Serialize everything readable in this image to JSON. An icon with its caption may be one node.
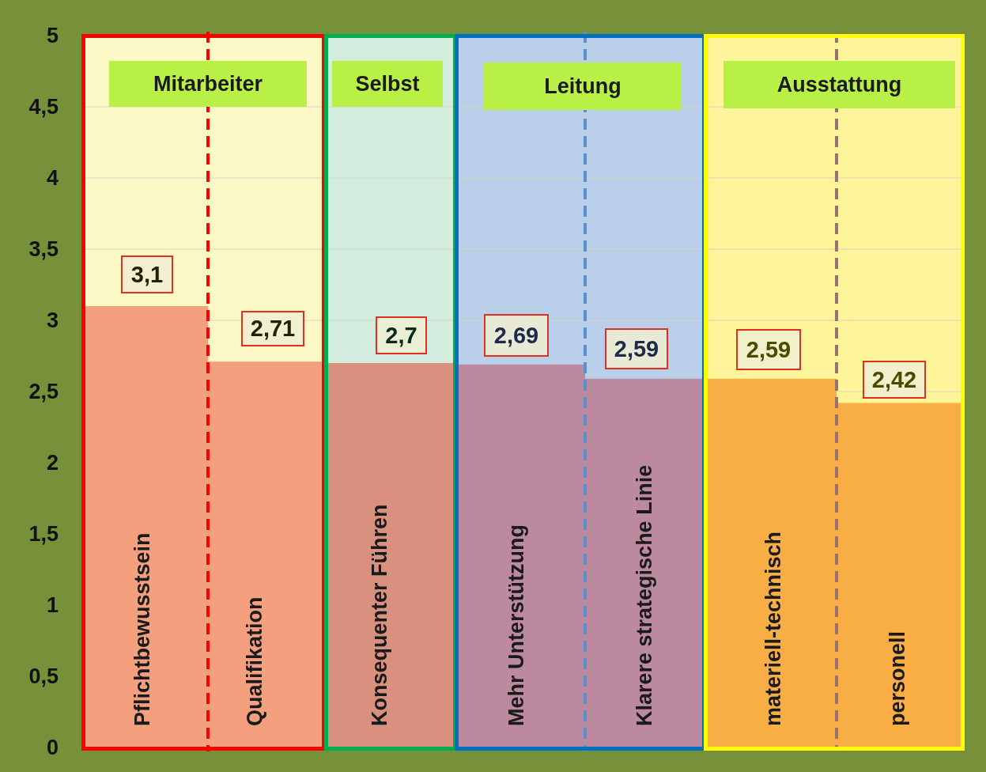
{
  "diagram": {
    "nodes": [
      {
        "text": [
          "Mitarbeiter"
        ]
      },
      {
        "text": [
          "Selbst"
        ]
      },
      {
        "text": [
          "Leitung"
        ]
      },
      {
        "text": [
          "Ausstattung"
        ]
      }
    ],
    "chart_data": {
      "type": "bar",
      "categories": [
        "Pflichtbewusstsein",
        "Qualifikation",
        "Konsequenter Führen",
        "Mehr Unterstützung",
        "Klarere strategische Linie",
        "materiell-technisch",
        "personell"
      ],
      "series": [
        {
          "color": "#f4a07e",
          "values": [
            3.1,
            2.71,
            null,
            null,
            null,
            null,
            null
          ]
        },
        {
          "color": "#d9907e",
          "values": [
            null,
            null,
            2.7,
            null,
            null,
            null,
            null
          ]
        },
        {
          "color": "#bc8a9e",
          "values": [
            null,
            null,
            null,
            2.69,
            2.59,
            null,
            null
          ]
        },
        {
          "color": "#f9ae45",
          "values": [
            null,
            null,
            null,
            null,
            null,
            2.59,
            2.42
          ]
        }
      ],
      "value_labels": [
        "3,1",
        "2,71",
        "2,7",
        "2,69",
        "2,59",
        "2,59",
        "2,42"
      ],
      "ylim": [
        0,
        5
      ],
      "grid": true,
      "yticks": [
        0,
        {
          "value": 0.5,
          "label": "0,5"
        },
        1,
        {
          "value": 1.5,
          "label": "1,5"
        },
        2,
        {
          "value": 2.5,
          "label": "2,5"
        },
        3,
        {
          "value": 3.5,
          "label": "3,5"
        },
        4,
        {
          "value": 4.5,
          "label": "4,5"
        },
        5
      ]
    }
  }
}
